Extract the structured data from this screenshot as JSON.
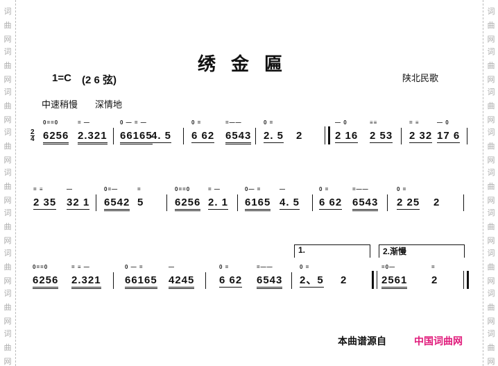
{
  "watermark": {
    "chars": [
      "词",
      "曲",
      "网"
    ]
  },
  "header": {
    "title": "绣金匾",
    "key": "1=C",
    "tuning": "(2 6 弦)",
    "origin": "陕北民歌",
    "tempo": "中速稍慢",
    "expression": "深情地"
  },
  "time_signature": {
    "top": "2",
    "bottom": "4"
  },
  "line1": {
    "notes": [
      "6256",
      "2.321",
      "66165",
      "4. 5",
      "6 62",
      "6543",
      "2. 5",
      "2",
      "2 16",
      "2 53",
      "2 32",
      "17 6"
    ],
    "marks": [
      "0==0",
      "= —",
      "0 — = —",
      "",
      "0 =",
      "=——",
      "0 =",
      "",
      "— 0",
      "≡≡",
      "= ≡",
      "— 0"
    ]
  },
  "line2": {
    "notes": [
      "2 35",
      "32 1",
      "6542",
      "5",
      "6256",
      "2. 1",
      "6165",
      "4. 5",
      "6 62",
      "6543",
      "2 25",
      "2"
    ],
    "marks": [
      "= ≡",
      "—",
      "0=—",
      "=",
      "0==0",
      "= —",
      "0— =",
      "—",
      "0 =",
      "=——",
      "0 =",
      ""
    ]
  },
  "line3": {
    "notes": [
      "6256",
      "2.321",
      "66165",
      "4245",
      "6 62",
      "6543",
      "2、5",
      "2",
      "2561",
      "2"
    ],
    "marks": [
      "0==0",
      "= ≡ —",
      "0 — =",
      "—",
      "0 =",
      "=——",
      "0 =",
      "",
      "=0—",
      "="
    ]
  },
  "volta": {
    "first": "1.",
    "second": "2.渐慢"
  },
  "footer": {
    "source_label": "本曲谱源自",
    "site": "中国词曲网"
  },
  "colors": {
    "site": "#e0197a"
  }
}
